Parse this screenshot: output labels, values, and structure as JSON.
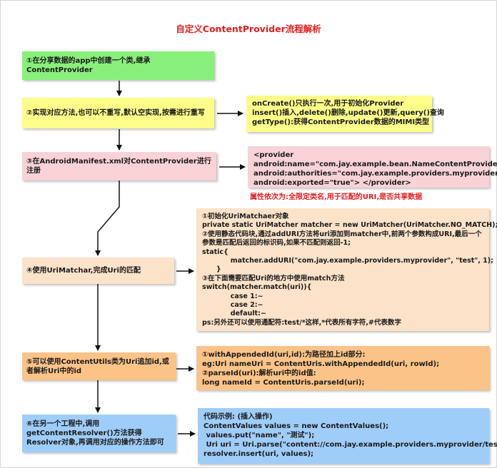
{
  "title": "自定义ContentProvider流程解析",
  "colors": {
    "title": "#e02020",
    "green": "#88f07a",
    "yellow": "#fdfd8a",
    "pink": "#f8d2d6",
    "peach": "#fce2c8",
    "orange": "#fbc387",
    "blue": "#9fcdfa",
    "arrow": "#111111"
  },
  "steps": [
    {
      "text": "①在分享数据的app中创建一个类,继承ContentProvider"
    },
    {
      "text": "②实现对应方法,也可以不重写,默认空实现,按需进行重写"
    },
    {
      "text": "③在AndroidManifest.xml对ContentProvider进行注册"
    },
    {
      "text": "④使用UriMatchar,完成Uri的匹配"
    },
    {
      "text": "⑤可以使用ContentUtils类为Uri追加id,或者解析Uri中的id"
    },
    {
      "text": "⑥在另一个工程中,调用getContentResolver()方法获得Resolver对象,再调用对应的操作方法即可"
    }
  ],
  "notes": [
    {
      "lines": [
        "onCreate()只执行一次,用于初始化Provider",
        "insert()插入,delete()删除,update()更新,query()查询",
        "getType():获得ContentProvider数据的MIMI类型"
      ]
    },
    {
      "lines": [
        "<provider",
        "android:name=\"com.jay.example.bean.NameContentProvider\"",
        "android:authorities=\"com.jay.example.providers.myprovider\"",
        "android:exported=\"true\"> </provider>"
      ]
    },
    {
      "lines": [
        "①初始化UriMatchaer对象",
        "private static UriMatcher matcher = new UriMatcher(UriMatcher.NO_MATCH);",
        "②使用静态代码块,通过addURI方法将uri添加到matcher中,前两个参数构成URI,最后一个",
        "参数是匹配后返回的标识码,如果不匹配则返回-1;",
        "static{",
        "            matcher.addURI(\"com.jay.example.providers.myprovider\", \"test\", 1);",
        "      }",
        "③在下面需要匹配Uri的地方中使用match方法",
        "switch(matcher.match(uri)){",
        "            case 1:~",
        "            case 2:~",
        "            default:~",
        "ps:另外还可以使用通配符:test/*这样,*代表所有字符,#代表数字"
      ]
    },
    {
      "lines": [
        "①withAppendedId(uri,id):为路径加上id部分:",
        "eg:Uri nameUri = ContentUris.withAppendedId(uri, rowId);",
        "②parseId(uri):解析uri中的id值:",
        "long nameId = ContentUris.parseId(uri);"
      ]
    },
    {
      "lines": [
        "代码示例: (插入操作)",
        "ContentValues values = new ContentValues();",
        " values.put(\"name\", \"测试\");",
        " Uri uri = Uri.parse(\"content://com.jay.example.providers.myprovider/test\");",
        "resolver.insert(uri, values);"
      ]
    }
  ],
  "manifest_caption": "属性依次为:全限定类名,用于匹配的URI,是否共享数据"
}
